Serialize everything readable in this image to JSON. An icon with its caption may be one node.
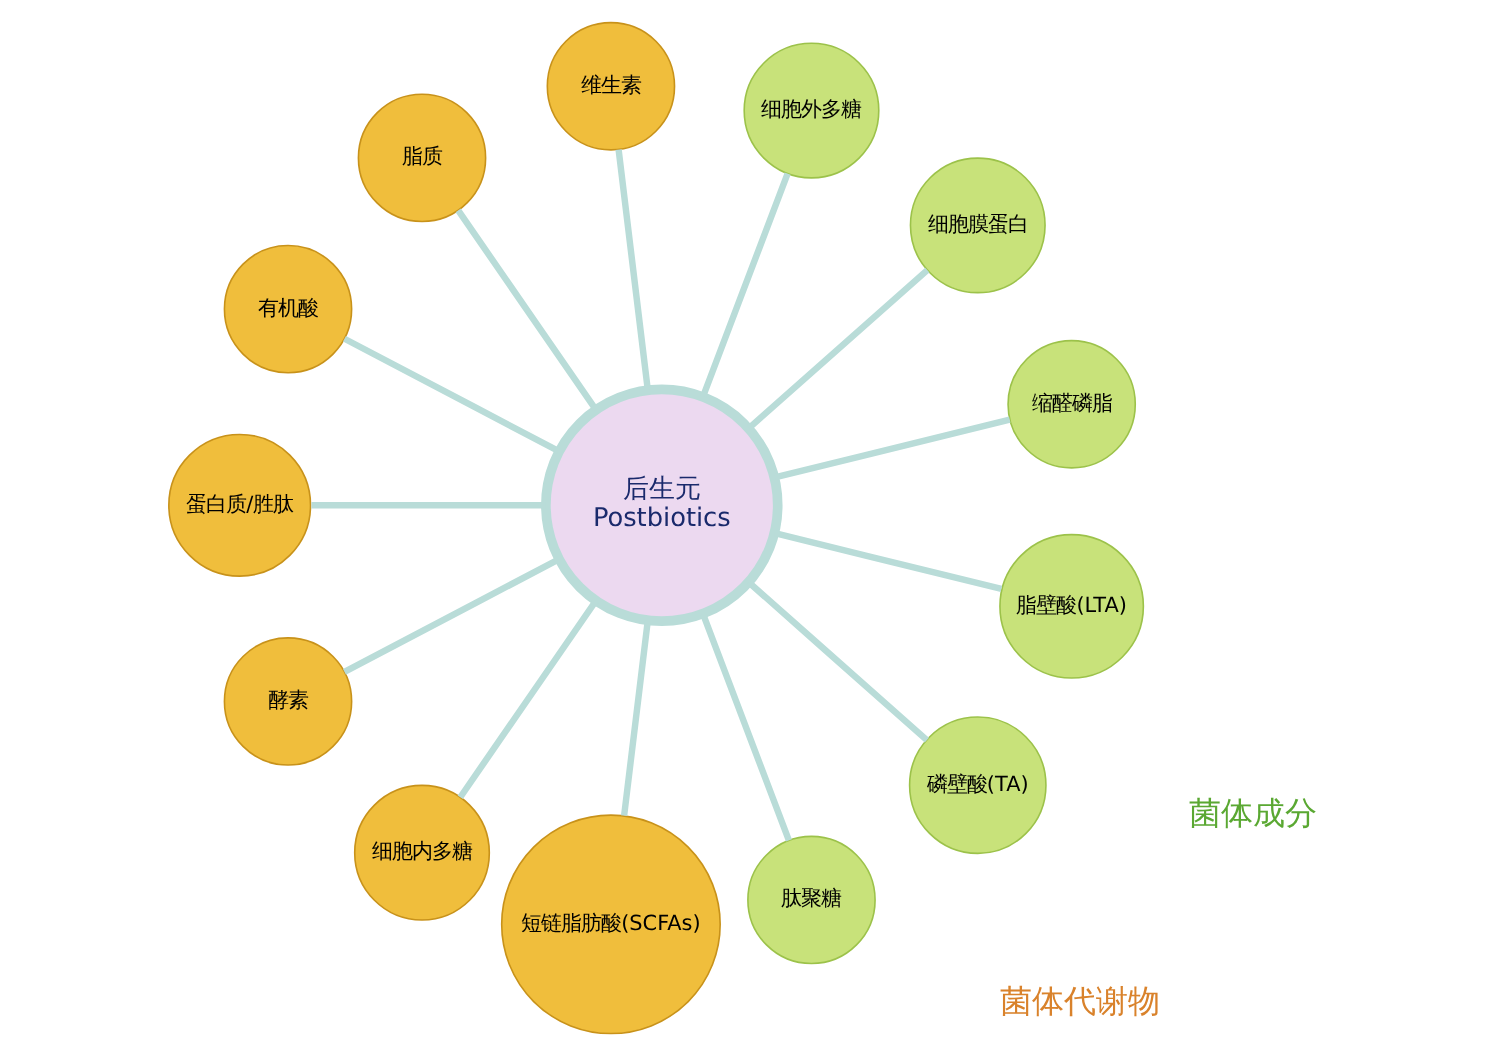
{
  "diagram": {
    "nodes": [
      {
        "text": [
          "后生元",
          "Postbiotics"
        ]
      },
      {
        "text": [
          "缩醛磷脂"
        ]
      },
      {
        "text": [
          "细胞膜蛋白"
        ]
      },
      {
        "text": [
          "细胞外多糖"
        ]
      },
      {
        "text": [
          "维生素"
        ]
      },
      {
        "text": [
          "脂质"
        ]
      },
      {
        "text": [
          "有机酸"
        ]
      },
      {
        "text": [
          "蛋白质/胜肽"
        ]
      },
      {
        "text": [
          "酵素"
        ]
      },
      {
        "text": [
          "细胞内多糖"
        ]
      },
      {
        "text": [
          "短链脂肪酸(SCFAs)"
        ]
      },
      {
        "text": [
          "肽聚糖"
        ]
      },
      {
        "text": [
          "磷壁酸(TA)"
        ]
      },
      {
        "text": [
          "脂壁酸(LTA)"
        ]
      }
    ],
    "edges": [
      {
        "from": 0,
        "to": 1,
        "arrow": "none"
      },
      {
        "from": 0,
        "to": 2,
        "arrow": "none"
      },
      {
        "from": 0,
        "to": 3,
        "arrow": "none"
      },
      {
        "from": 0,
        "to": 4,
        "arrow": "none"
      },
      {
        "from": 0,
        "to": 5,
        "arrow": "none"
      },
      {
        "from": 0,
        "to": 6,
        "arrow": "none"
      },
      {
        "from": 0,
        "to": 7,
        "arrow": "none"
      },
      {
        "from": 0,
        "to": 8,
        "arrow": "none"
      },
      {
        "from": 0,
        "to": 9,
        "arrow": "none"
      },
      {
        "from": 0,
        "to": 10,
        "arrow": "none"
      },
      {
        "from": 0,
        "to": 11,
        "arrow": "none"
      },
      {
        "from": 0,
        "to": 12,
        "arrow": "none"
      },
      {
        "from": 0,
        "to": 13,
        "arrow": "none"
      }
    ],
    "labels": [
      "菌体成分",
      "菌体代谢物"
    ]
  }
}
